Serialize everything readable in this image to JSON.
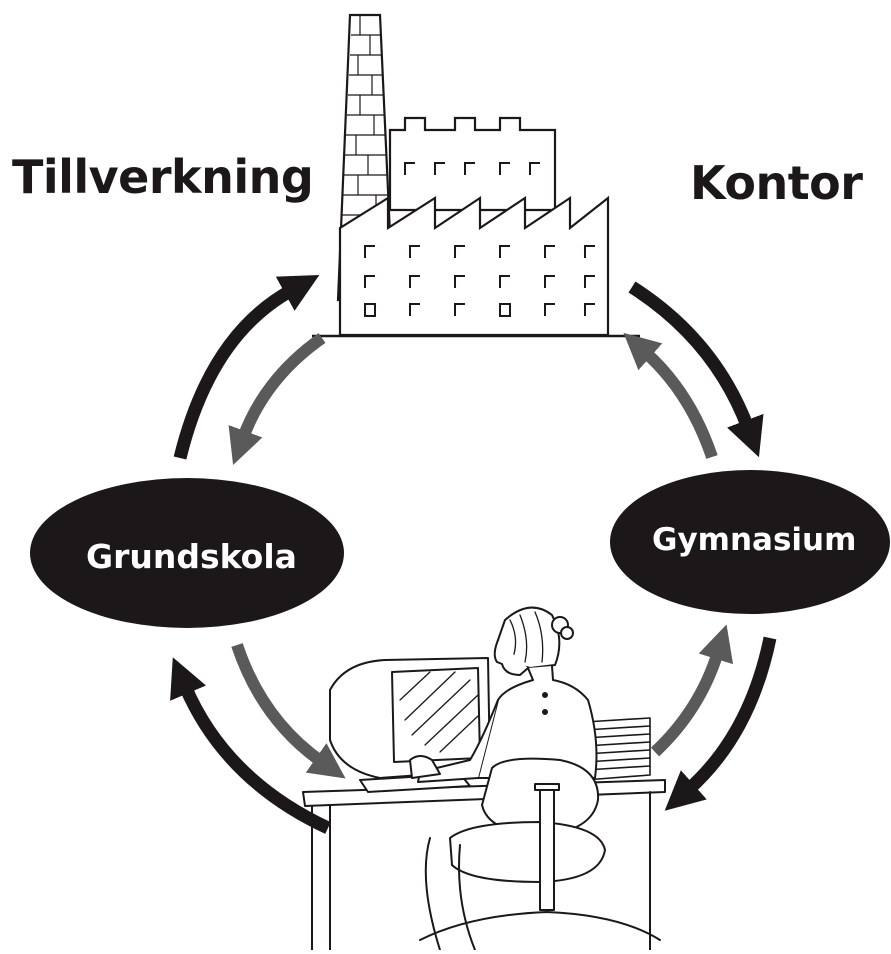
{
  "diagram": {
    "left_heading": "Tillverkning",
    "right_heading": "Kontor",
    "left_node": "Grundskola",
    "right_node": "Gymnasium",
    "colors": {
      "ink": "#1c1819",
      "node_fill": "#1c1819",
      "inner_arrow": "#5a5a5a",
      "outer_arrow": "#1c1819",
      "background": "#ffffff"
    },
    "illustrations": [
      "factory",
      "office-worker-at-computer"
    ]
  }
}
